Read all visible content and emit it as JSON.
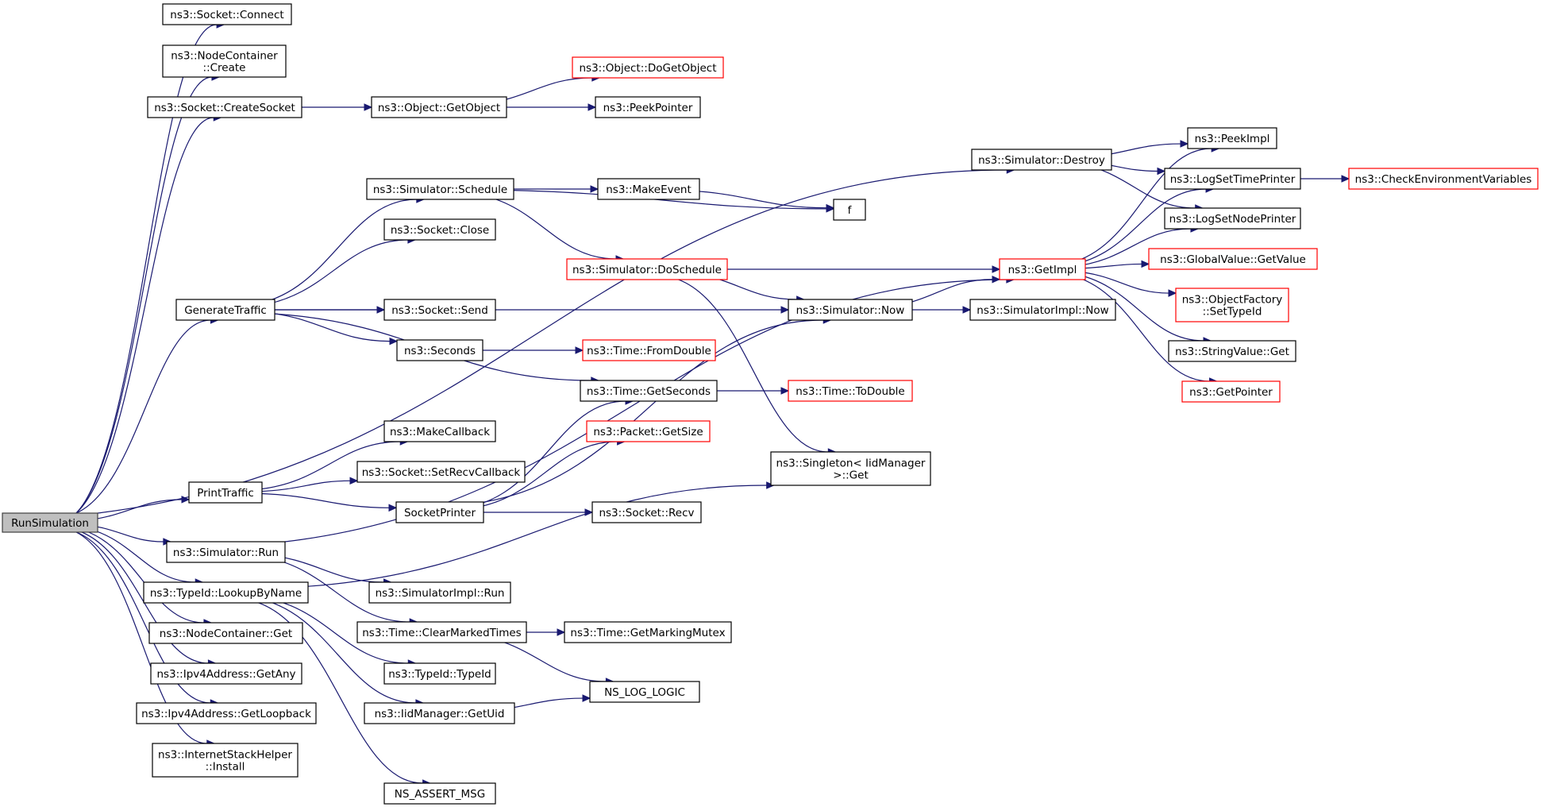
{
  "diagram": {
    "nodes": [
      {
        "id": "run_simulation",
        "lines": [
          "RunSimulation"
        ],
        "root": true
      },
      {
        "id": "socket_connect",
        "lines": [
          "ns3::Socket::Connect"
        ]
      },
      {
        "id": "nodecontainer_create",
        "lines": [
          "ns3::NodeContainer",
          "::Create"
        ]
      },
      {
        "id": "socket_createsocket",
        "lines": [
          "ns3::Socket::CreateSocket"
        ]
      },
      {
        "id": "object_getobject",
        "lines": [
          "ns3::Object::GetObject"
        ]
      },
      {
        "id": "object_dogetobject",
        "lines": [
          "ns3::Object::DoGetObject"
        ],
        "red": true
      },
      {
        "id": "peekpointer",
        "lines": [
          "ns3::PeekPointer"
        ]
      },
      {
        "id": "simulator_destroy",
        "lines": [
          "ns3::Simulator::Destroy"
        ]
      },
      {
        "id": "peekimpl",
        "lines": [
          "ns3::PeekImpl"
        ]
      },
      {
        "id": "logsettimeprinter",
        "lines": [
          "ns3::LogSetTimePrinter"
        ]
      },
      {
        "id": "checkenvironmentvariables",
        "lines": [
          "ns3::CheckEnvironmentVariables"
        ],
        "red": true
      },
      {
        "id": "logsetnodeprinter",
        "lines": [
          "ns3::LogSetNodePrinter"
        ]
      },
      {
        "id": "simulator_schedule",
        "lines": [
          "ns3::Simulator::Schedule"
        ]
      },
      {
        "id": "makeevent",
        "lines": [
          "ns3::MakeEvent"
        ]
      },
      {
        "id": "f",
        "lines": [
          "f"
        ]
      },
      {
        "id": "socket_close",
        "lines": [
          "ns3::Socket::Close"
        ]
      },
      {
        "id": "simulator_doschedule",
        "lines": [
          "ns3::Simulator::DoSchedule"
        ],
        "red": true
      },
      {
        "id": "getimpl",
        "lines": [
          "ns3::GetImpl"
        ],
        "red": true
      },
      {
        "id": "globalvalue_getvalue",
        "lines": [
          "ns3::GlobalValue::GetValue"
        ],
        "red": true
      },
      {
        "id": "generatetraffic",
        "lines": [
          "GenerateTraffic"
        ]
      },
      {
        "id": "socket_send",
        "lines": [
          "ns3::Socket::Send"
        ]
      },
      {
        "id": "simulator_now",
        "lines": [
          "ns3::Simulator::Now"
        ]
      },
      {
        "id": "simulatorimpl_now",
        "lines": [
          "ns3::SimulatorImpl::Now"
        ]
      },
      {
        "id": "objectfactory_settypeid",
        "lines": [
          "ns3::ObjectFactory",
          "::SetTypeId"
        ],
        "red": true
      },
      {
        "id": "seconds",
        "lines": [
          "ns3::Seconds"
        ]
      },
      {
        "id": "time_fromdouble",
        "lines": [
          "ns3::Time::FromDouble"
        ],
        "red": true
      },
      {
        "id": "stringvalue_get",
        "lines": [
          "ns3::StringValue::Get"
        ]
      },
      {
        "id": "time_getseconds",
        "lines": [
          "ns3::Time::GetSeconds"
        ]
      },
      {
        "id": "time_todouble",
        "lines": [
          "ns3::Time::ToDouble"
        ],
        "red": true
      },
      {
        "id": "getpointer",
        "lines": [
          "ns3::GetPointer"
        ],
        "red": true
      },
      {
        "id": "makecallback",
        "lines": [
          "ns3::MakeCallback"
        ]
      },
      {
        "id": "packet_getsize",
        "lines": [
          "ns3::Packet::GetSize"
        ],
        "red": true
      },
      {
        "id": "singleton_get",
        "lines": [
          "ns3::Singleton< IidManager",
          ">::Get"
        ]
      },
      {
        "id": "socket_setrecvcallback",
        "lines": [
          "ns3::Socket::SetRecvCallback"
        ]
      },
      {
        "id": "printtraffic",
        "lines": [
          "PrintTraffic"
        ]
      },
      {
        "id": "socketprinter",
        "lines": [
          "SocketPrinter"
        ]
      },
      {
        "id": "socket_recv",
        "lines": [
          "ns3::Socket::Recv"
        ]
      },
      {
        "id": "simulator_run",
        "lines": [
          "ns3::Simulator::Run"
        ]
      },
      {
        "id": "typeid_lookupbyname",
        "lines": [
          "ns3::TypeId::LookupByName"
        ]
      },
      {
        "id": "simulatorimpl_run",
        "lines": [
          "ns3::SimulatorImpl::Run"
        ]
      },
      {
        "id": "time_clearmarkedtimes",
        "lines": [
          "ns3::Time::ClearMarkedTimes"
        ]
      },
      {
        "id": "time_getmarkingmutex",
        "lines": [
          "ns3::Time::GetMarkingMutex"
        ]
      },
      {
        "id": "nodecontainer_get",
        "lines": [
          "ns3::NodeContainer::Get"
        ]
      },
      {
        "id": "ipv4address_getany",
        "lines": [
          "ns3::Ipv4Address::GetAny"
        ]
      },
      {
        "id": "typeid_typeid",
        "lines": [
          "ns3::TypeId::TypeId"
        ]
      },
      {
        "id": "ns_log_logic",
        "lines": [
          "NS_LOG_LOGIC"
        ]
      },
      {
        "id": "ipv4address_getloopback",
        "lines": [
          "ns3::Ipv4Address::GetLoopback"
        ]
      },
      {
        "id": "iidmanager_getuid",
        "lines": [
          "ns3::IidManager::GetUid"
        ]
      },
      {
        "id": "internetstackhelper_install",
        "lines": [
          "ns3::InternetStackHelper",
          "::Install"
        ]
      },
      {
        "id": "ns_assert_msg",
        "lines": [
          "NS_ASSERT_MSG"
        ]
      }
    ],
    "edges": [
      [
        "run_simulation",
        "socket_connect"
      ],
      [
        "run_simulation",
        "nodecontainer_create"
      ],
      [
        "run_simulation",
        "socket_createsocket"
      ],
      [
        "run_simulation",
        "simulator_destroy"
      ],
      [
        "run_simulation",
        "generatetraffic"
      ],
      [
        "run_simulation",
        "printtraffic"
      ],
      [
        "run_simulation",
        "simulator_run"
      ],
      [
        "run_simulation",
        "typeid_lookupbyname"
      ],
      [
        "run_simulation",
        "nodecontainer_get"
      ],
      [
        "run_simulation",
        "ipv4address_getany"
      ],
      [
        "run_simulation",
        "ipv4address_getloopback"
      ],
      [
        "run_simulation",
        "internetstackhelper_install"
      ],
      [
        "socket_createsocket",
        "object_getobject"
      ],
      [
        "object_getobject",
        "object_dogetobject"
      ],
      [
        "object_getobject",
        "peekpointer"
      ],
      [
        "simulator_destroy",
        "peekimpl"
      ],
      [
        "simulator_destroy",
        "logsettimeprinter"
      ],
      [
        "simulator_destroy",
        "logsetnodeprinter"
      ],
      [
        "logsettimeprinter",
        "checkenvironmentvariables"
      ],
      [
        "generatetraffic",
        "simulator_schedule"
      ],
      [
        "generatetraffic",
        "socket_close"
      ],
      [
        "generatetraffic",
        "simulator_now"
      ],
      [
        "generatetraffic",
        "socket_send"
      ],
      [
        "generatetraffic",
        "seconds"
      ],
      [
        "generatetraffic",
        "time_getseconds"
      ],
      [
        "simulator_schedule",
        "makeevent"
      ],
      [
        "simulator_schedule",
        "f"
      ],
      [
        "simulator_schedule",
        "simulator_doschedule"
      ],
      [
        "makeevent",
        "f"
      ],
      [
        "simulator_doschedule",
        "getimpl"
      ],
      [
        "simulator_doschedule",
        "simulator_now"
      ],
      [
        "simulator_doschedule",
        "singleton_get"
      ],
      [
        "simulator_now",
        "getimpl"
      ],
      [
        "simulator_now",
        "simulatorimpl_now"
      ],
      [
        "getimpl",
        "peekimpl"
      ],
      [
        "getimpl",
        "logsettimeprinter"
      ],
      [
        "getimpl",
        "logsetnodeprinter"
      ],
      [
        "getimpl",
        "globalvalue_getvalue"
      ],
      [
        "getimpl",
        "objectfactory_settypeid"
      ],
      [
        "getimpl",
        "stringvalue_get"
      ],
      [
        "getimpl",
        "getpointer"
      ],
      [
        "seconds",
        "time_fromdouble"
      ],
      [
        "time_getseconds",
        "time_todouble"
      ],
      [
        "printtraffic",
        "makecallback"
      ],
      [
        "printtraffic",
        "socket_setrecvcallback"
      ],
      [
        "printtraffic",
        "socketprinter"
      ],
      [
        "socketprinter",
        "time_getseconds"
      ],
      [
        "socketprinter",
        "packet_getsize"
      ],
      [
        "socketprinter",
        "simulator_now"
      ],
      [
        "socketprinter",
        "socket_recv"
      ],
      [
        "simulator_run",
        "getimpl"
      ],
      [
        "simulator_run",
        "simulatorimpl_run"
      ],
      [
        "simulator_run",
        "time_clearmarkedtimes"
      ],
      [
        "typeid_lookupbyname",
        "typeid_typeid"
      ],
      [
        "typeid_lookupbyname",
        "iidmanager_getuid"
      ],
      [
        "typeid_lookupbyname",
        "singleton_get"
      ],
      [
        "typeid_lookupbyname",
        "ns_assert_msg"
      ],
      [
        "time_clearmarkedtimes",
        "time_getmarkingmutex"
      ],
      [
        "time_clearmarkedtimes",
        "ns_log_logic"
      ],
      [
        "iidmanager_getuid",
        "ns_log_logic"
      ]
    ]
  }
}
